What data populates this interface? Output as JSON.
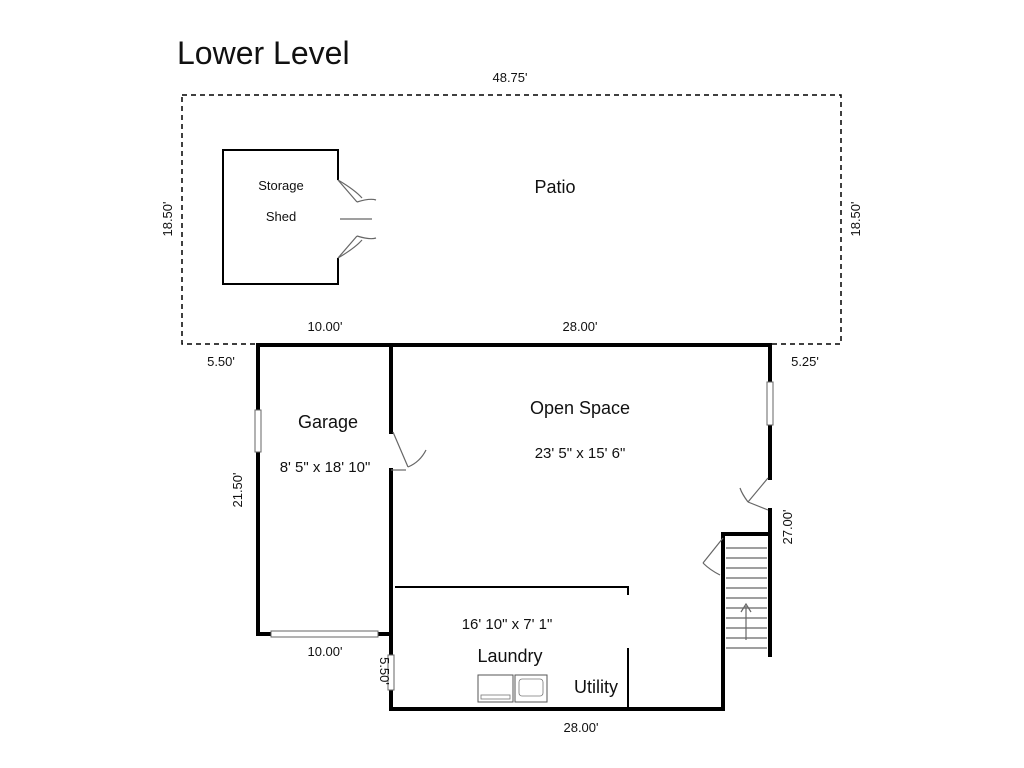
{
  "title": "Lower Level",
  "rooms": {
    "storage_line1": "Storage",
    "storage_line2": "Shed",
    "patio": "Patio",
    "garage": "Garage",
    "garage_size": "8' 5\" x 18' 10\"",
    "open_space": "Open Space",
    "open_space_size": "23' 5\" x 15' 6\"",
    "laundry_size": "16' 10\" x 7' 1\"",
    "laundry": "Laundry",
    "utility": "Utility"
  },
  "dimensions": {
    "patio_top": "48.75'",
    "patio_left": "18.50'",
    "patio_right": "18.50'",
    "garage_top": "10.00'",
    "open_top": "28.00'",
    "left_offset": "5.50'",
    "right_offset": "5.25'",
    "garage_left": "21.50'",
    "right_side": "27.00'",
    "garage_bottom": "10.00'",
    "laundry_left": "5.50'",
    "bottom": "28.00'"
  }
}
